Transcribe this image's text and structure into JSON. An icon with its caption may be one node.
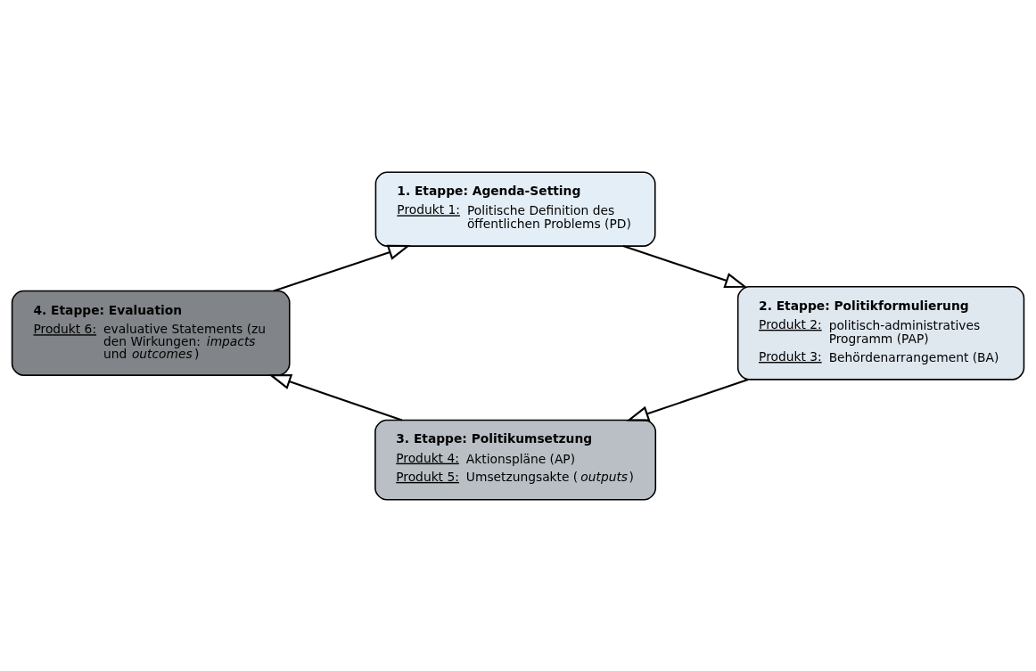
{
  "diagram": {
    "nodes": [
      {
        "text": [
          "1. Etappe: Agenda-Setting",
          "Produkt 1:",
          "Politische Definition des öffentlichen Problems (PD)"
        ]
      },
      {
        "text": [
          "2. Etappe: Politikformulierung",
          "Produkt 2:",
          "politisch-administratives Programm (PAP)",
          "Produkt 3:",
          "Behördenarrangement (BA)"
        ]
      },
      {
        "text": [
          "3. Etappe: Politikumsetzung",
          "Produkt 4:",
          "Aktionspläne (AP)",
          "Produkt 5:",
          "Umsetzungsakte (*outputs*)"
        ]
      },
      {
        "text": [
          "4. Etappe: Evaluation",
          "Produkt 6:",
          "evaluative Statements (zu den Wirkungen: *impacts* und *outcomes*)"
        ]
      }
    ],
    "edges": [
      {
        "from": 0,
        "to": 1,
        "arrow": "to"
      },
      {
        "from": 1,
        "to": 2,
        "arrow": "to"
      },
      {
        "from": 2,
        "to": 3,
        "arrow": "to"
      },
      {
        "from": 3,
        "to": 0,
        "arrow": "to"
      }
    ]
  }
}
